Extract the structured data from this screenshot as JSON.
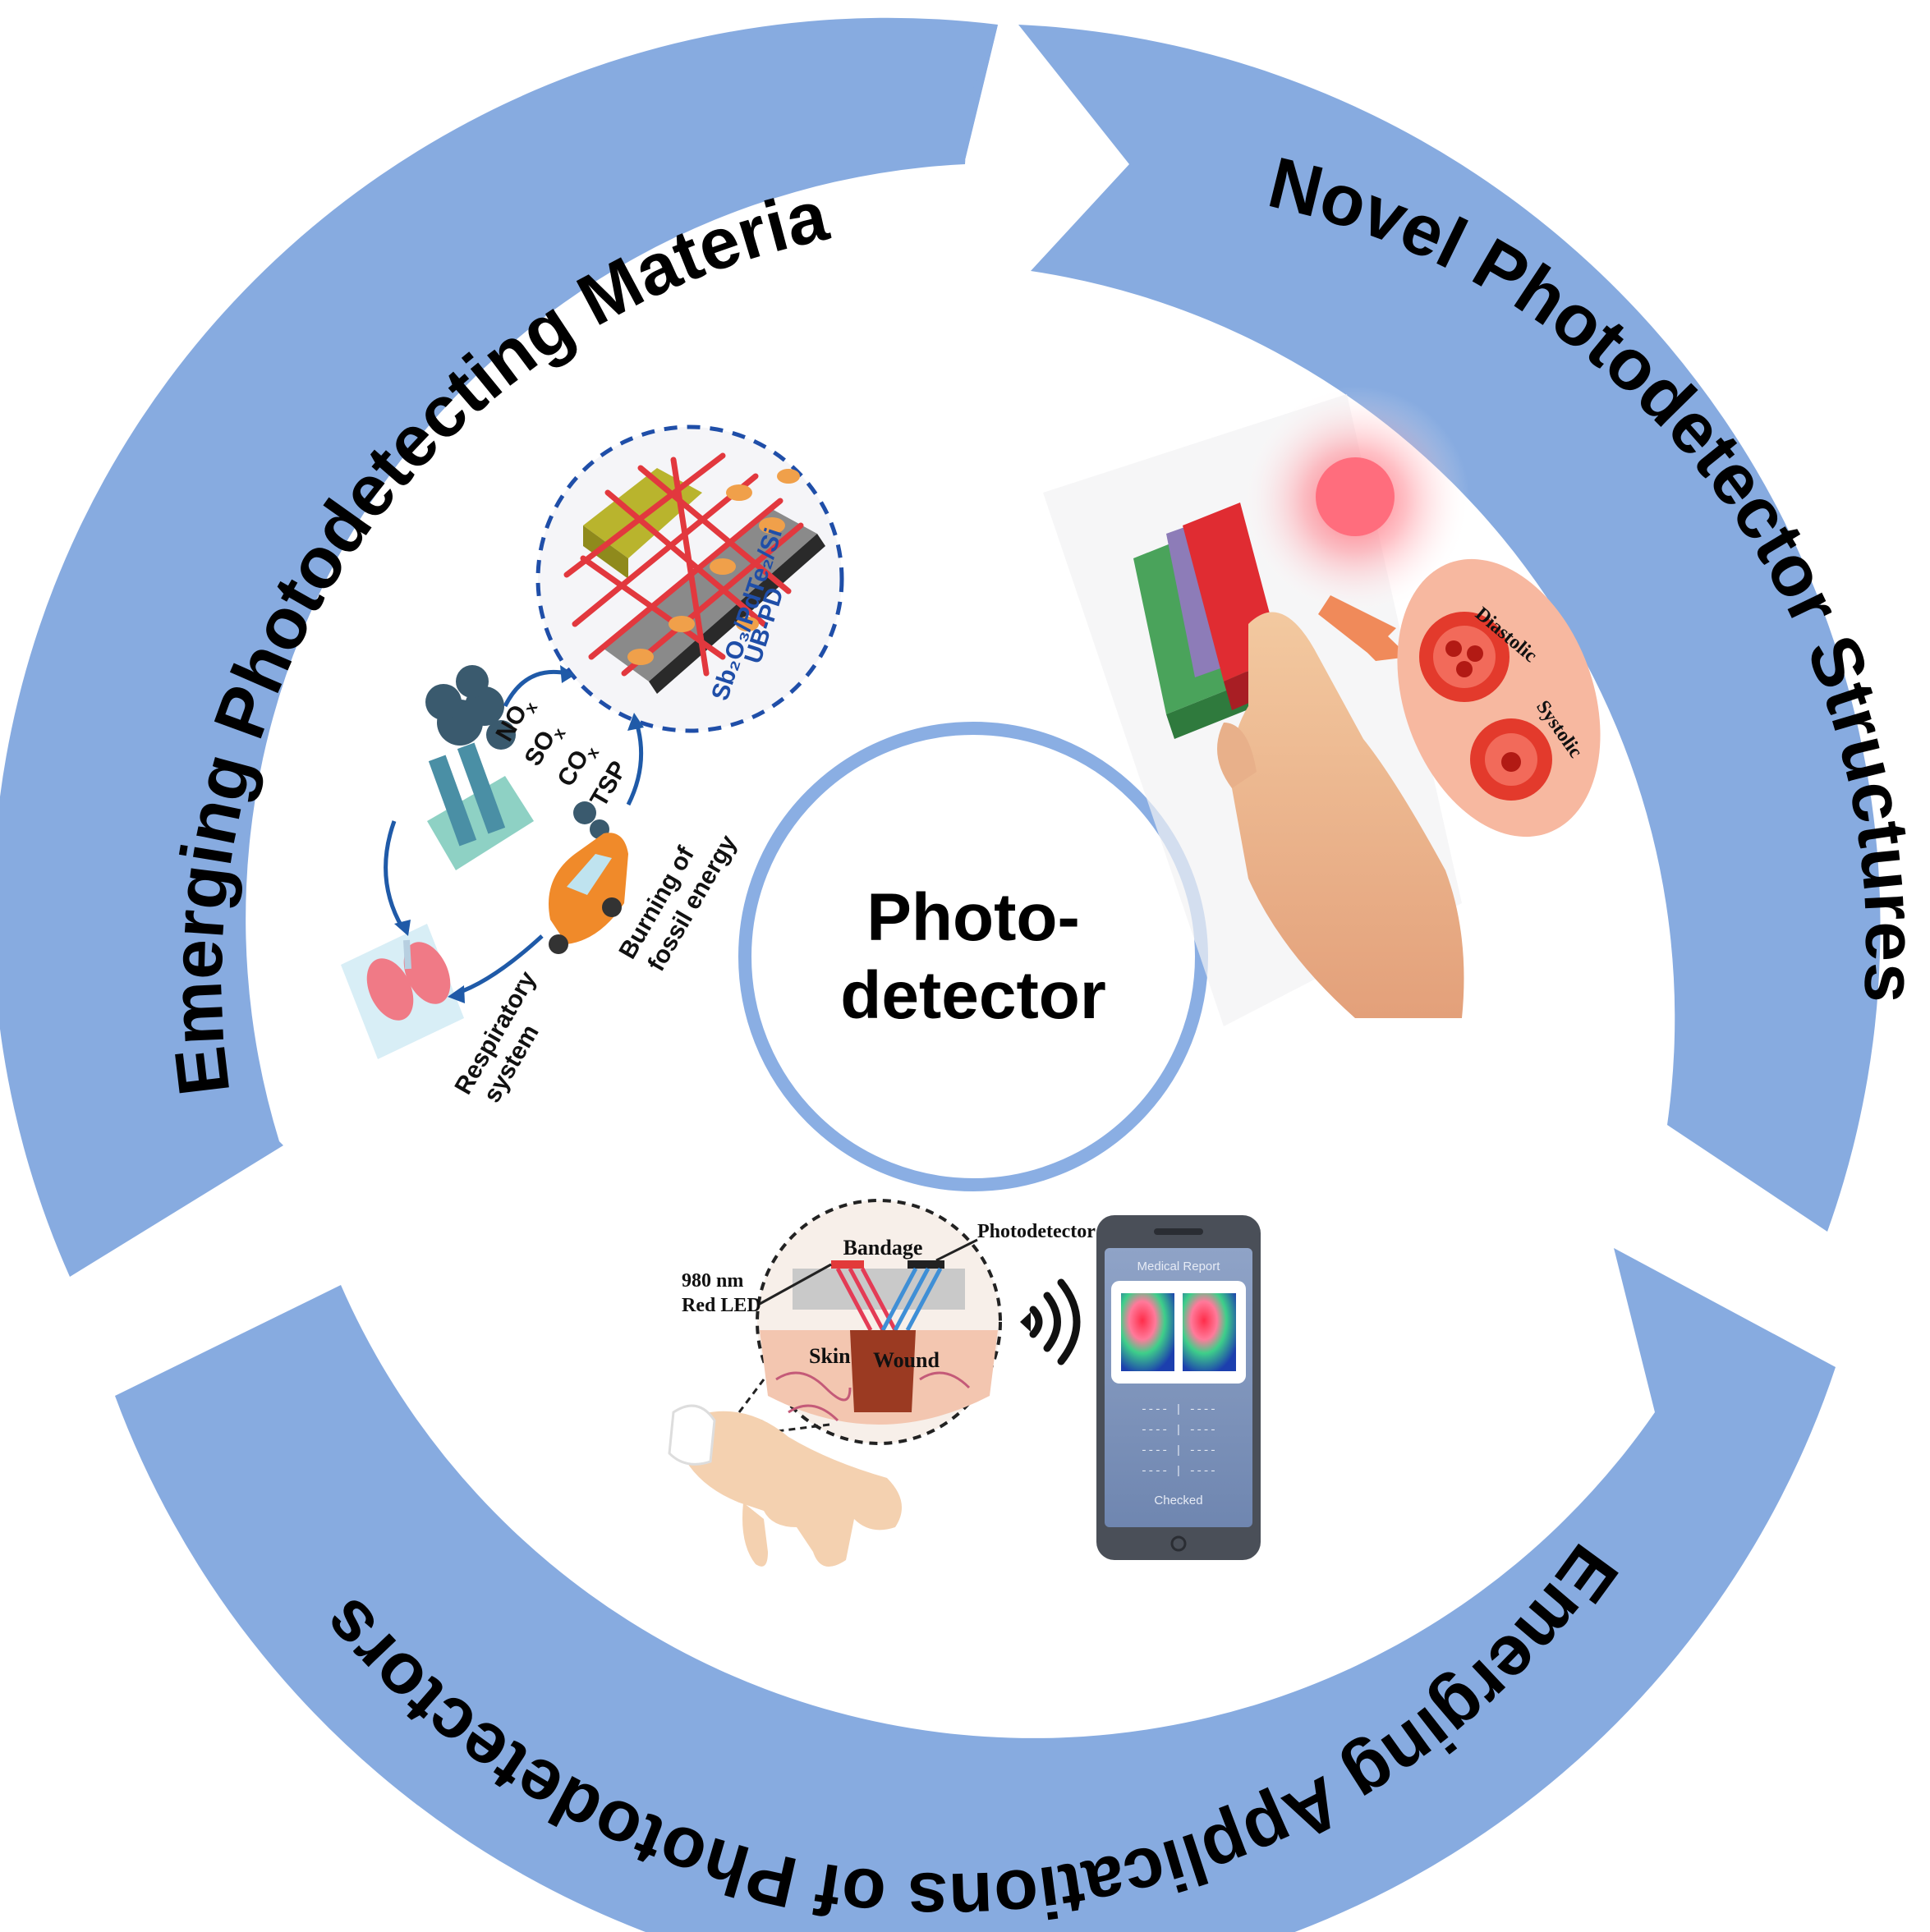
{
  "center": {
    "line1": "Photo-",
    "line2": "detector"
  },
  "segments": {
    "materials": "Emerging Photodetecting Materials",
    "structures": "Novel Photodetector Structures",
    "applications": "Emerging Applications of Photodetectors"
  },
  "materials_panel": {
    "device_line1": "Sb₂O₃/PdTe₂/Si",
    "device_line2": "UB-PD",
    "gases": [
      "NO",
      "SO",
      "CO",
      "TSP"
    ],
    "gas_subscript": "x",
    "car_label_line1": "Burning of",
    "car_label_line2": "fossil energy",
    "lung_label_line1": "Respiratory",
    "lung_label_line2": "system"
  },
  "structures_panel": {
    "diastolic": "Diastolic",
    "systolic": "Systolic"
  },
  "applications_panel": {
    "bandage": "Bandage",
    "photodetector": "Photodetector",
    "led_line1": "980 nm",
    "led_line2": "Red LED",
    "skin": "Skin",
    "wound": "Wound",
    "phone_title": "Medical Report",
    "phone_rows": [
      "---- | ----",
      "---- | ----",
      "---- | ----",
      "---- | ----"
    ],
    "phone_button": "Checked"
  },
  "colors": {
    "ring": "#87ABE0",
    "center_ring": "#8AAEE3"
  }
}
